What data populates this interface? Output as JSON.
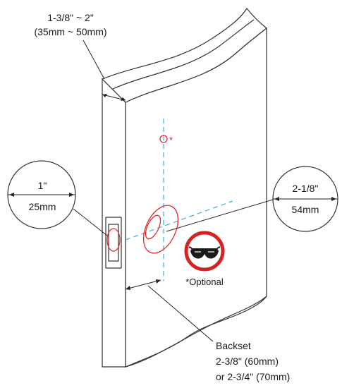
{
  "labels": {
    "thickness_imperial": "1-3/8\" ~ 2\"",
    "thickness_metric": "(35mm ~ 50mm)",
    "latch_imperial": "1\"",
    "latch_metric": "25mm",
    "bore_imperial": "2-1/8\"",
    "bore_metric": "54mm",
    "optional_mark": "*",
    "optional_text": "*Optional",
    "backset_title": "Backset",
    "backset_option1": "2-3/8\" (60mm)",
    "backset_option2": "or 2-3/4\" (70mm)"
  },
  "icons": {
    "safety_glasses": "safety-glasses-icon"
  },
  "colors": {
    "bore_marks": "#e02a2a",
    "center_lines": "#2aa6d6",
    "outline": "#333333"
  }
}
